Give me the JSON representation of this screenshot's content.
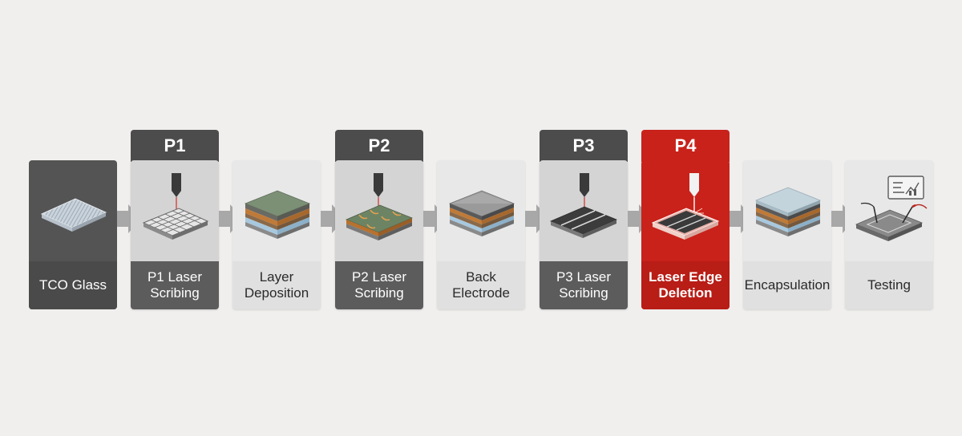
{
  "steps": [
    {
      "label": "TCO Glass",
      "icon": "tco-glass-icon"
    },
    {
      "label": "P1 Laser\nScribing",
      "icon": "p1-laser-scribing-icon"
    },
    {
      "label": "Layer\nDeposition",
      "icon": "layer-deposition-icon"
    },
    {
      "label": "P2 Laser\nScribing",
      "icon": "p2-laser-scribing-icon"
    },
    {
      "label": "Back\nElectrode",
      "icon": "back-electrode-icon"
    },
    {
      "label": "P3 Laser\nScribing",
      "icon": "p3-laser-scribing-icon"
    },
    {
      "label": "Laser Edge\nDeletion",
      "icon": "laser-edge-deletion-icon"
    },
    {
      "label": "Encapsulation",
      "icon": "encapsulation-icon"
    },
    {
      "label": "Testing",
      "icon": "testing-icon"
    }
  ],
  "tabs": {
    "p1": "P1",
    "p2": "P2",
    "p3": "P3",
    "p4": "P4"
  },
  "colors": {
    "highlight": "#c8221a",
    "dark": "#4c4c4c",
    "background": "#f0efee"
  }
}
